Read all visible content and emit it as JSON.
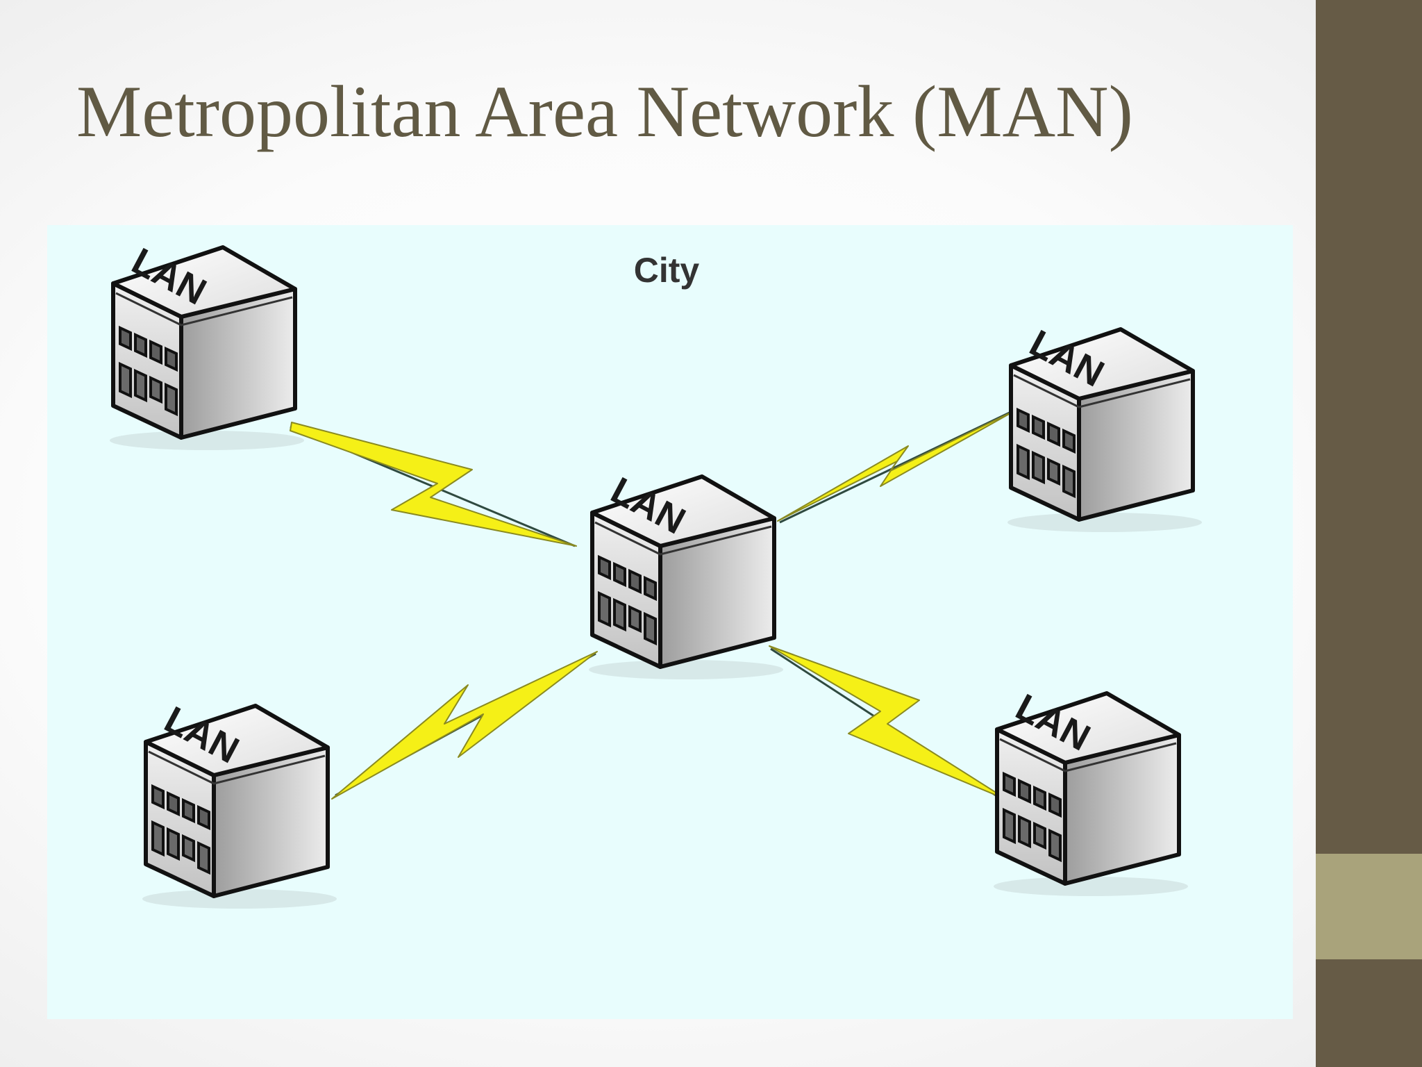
{
  "slide": {
    "title": "Metropolitan Area Network (MAN)",
    "colors": {
      "title_text": "#615a44",
      "right_bar": "#665b46",
      "right_accent": "#a9a37b",
      "diagram_background": "#e8fdfd",
      "link_bolt": "#f5f017"
    }
  },
  "diagram": {
    "region_label": "City",
    "hub": {
      "label": "LAN"
    },
    "buildings": [
      {
        "id": "top-left",
        "label": "LAN"
      },
      {
        "id": "top-right",
        "label": "LAN"
      },
      {
        "id": "bottom-left",
        "label": "LAN"
      },
      {
        "id": "bottom-right",
        "label": "LAN"
      }
    ],
    "links": [
      {
        "from": "top-left",
        "to": "hub"
      },
      {
        "from": "top-right",
        "to": "hub"
      },
      {
        "from": "bottom-left",
        "to": "hub"
      },
      {
        "from": "bottom-right",
        "to": "hub"
      }
    ]
  }
}
